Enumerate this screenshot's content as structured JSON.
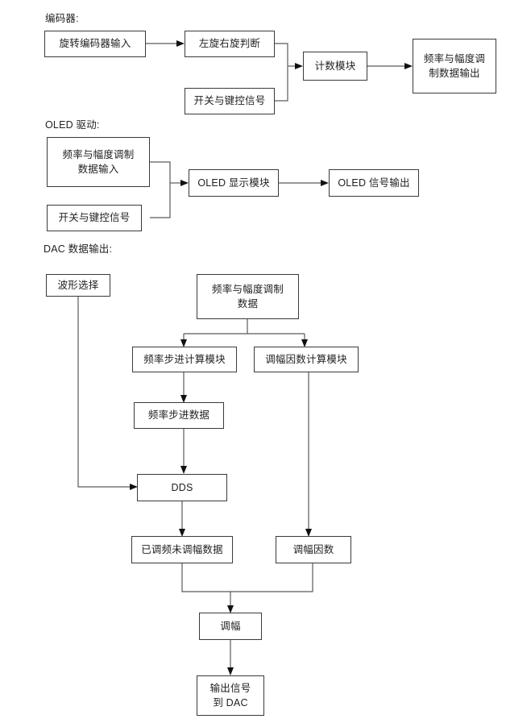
{
  "diagram": {
    "title_visible": false,
    "type": "flowchart",
    "background": "#ffffff",
    "box_border_color": "#3a3a3a",
    "edge_color": "#5a5a5a",
    "arrow_color": "#111111",
    "sections": [
      {
        "id": "encoder",
        "label": "编码器:",
        "nodes": [
          {
            "id": "enc-input",
            "label": "旋转编码器输入"
          },
          {
            "id": "enc-dir",
            "label": "左旋右旋判断"
          },
          {
            "id": "enc-key",
            "label": "开关与键控信号"
          },
          {
            "id": "enc-count",
            "label": "计数模块"
          },
          {
            "id": "enc-out",
            "label": "频率与幅度调\n制数据输出",
            "lines": [
              "频率与幅度调",
              "制数据输出"
            ]
          }
        ],
        "edges": [
          {
            "from": "enc-input",
            "to": "enc-dir"
          },
          {
            "from": "enc-dir",
            "to": "enc-count"
          },
          {
            "from": "enc-key",
            "to": "enc-count"
          },
          {
            "from": "enc-count",
            "to": "enc-out"
          }
        ]
      },
      {
        "id": "oled",
        "label": "OLED 驱动:",
        "nodes": [
          {
            "id": "oled-data",
            "label": "频率与幅度调制\n数据输入",
            "lines": [
              "频率与幅度调制",
              "数据输入"
            ]
          },
          {
            "id": "oled-key",
            "label": "开关与键控信号"
          },
          {
            "id": "oled-disp",
            "label": "OLED 显示模块"
          },
          {
            "id": "oled-out",
            "label": "OLED 信号输出"
          }
        ],
        "edges": [
          {
            "from": "oled-data",
            "to": "oled-disp"
          },
          {
            "from": "oled-key",
            "to": "oled-disp"
          },
          {
            "from": "oled-disp",
            "to": "oled-out"
          }
        ]
      },
      {
        "id": "dac",
        "label": "DAC 数据输出:",
        "nodes": [
          {
            "id": "dac-wave",
            "label": "波形选择"
          },
          {
            "id": "dac-fmdata",
            "label": "频率与幅度调制\n数据",
            "lines": [
              "频率与幅度调制",
              "数据"
            ]
          },
          {
            "id": "dac-freqcalc",
            "label": "频率步进计算模块"
          },
          {
            "id": "dac-amcalc",
            "label": "调幅因数计算模块"
          },
          {
            "id": "dac-freqdata",
            "label": "频率步进数据"
          },
          {
            "id": "dac-dds",
            "label": "DDS"
          },
          {
            "id": "dac-fmonly",
            "label": "已调频未调幅数据"
          },
          {
            "id": "dac-amfactor",
            "label": "调幅因数"
          },
          {
            "id": "dac-am",
            "label": "调幅"
          },
          {
            "id": "dac-output",
            "label": "输出信号\n到 DAC",
            "lines": [
              "输出信号",
              "到 DAC"
            ]
          }
        ],
        "edges": [
          {
            "from": "dac-fmdata",
            "to": "dac-freqcalc"
          },
          {
            "from": "dac-fmdata",
            "to": "dac-amcalc"
          },
          {
            "from": "dac-freqcalc",
            "to": "dac-freqdata"
          },
          {
            "from": "dac-freqdata",
            "to": "dac-dds"
          },
          {
            "from": "dac-wave",
            "to": "dac-dds"
          },
          {
            "from": "dac-dds",
            "to": "dac-fmonly"
          },
          {
            "from": "dac-amcalc",
            "to": "dac-amfactor"
          },
          {
            "from": "dac-fmonly",
            "to": "dac-am"
          },
          {
            "from": "dac-amfactor",
            "to": "dac-am"
          },
          {
            "from": "dac-am",
            "to": "dac-output"
          }
        ]
      }
    ]
  }
}
